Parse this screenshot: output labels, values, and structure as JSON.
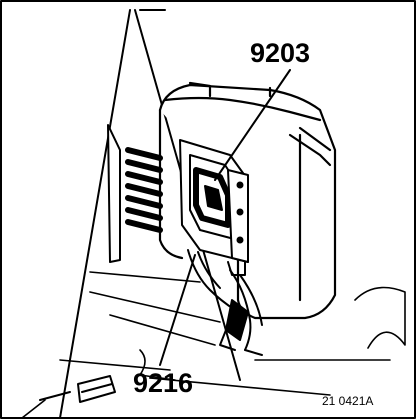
{
  "labels": {
    "top_callout": "9203",
    "bottom_callout": "9216",
    "figure_ref": "21 0421A"
  },
  "colors": {
    "ink": "#000000",
    "paper": "#ffffff"
  }
}
